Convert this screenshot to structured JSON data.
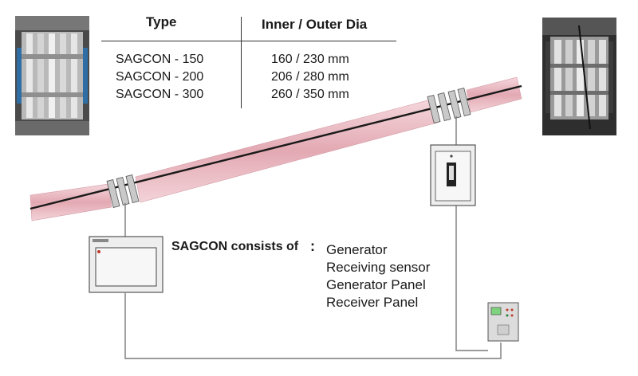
{
  "spec_table": {
    "headers": [
      "Type",
      "Inner / Outer Dia"
    ],
    "rows": [
      {
        "type": "SAGCON - 150",
        "dia": "160 / 230 mm"
      },
      {
        "type": "SAGCON - 200",
        "dia": "206 / 280 mm"
      },
      {
        "type": "SAGCON - 300",
        "dia": "260 / 350 mm"
      }
    ]
  },
  "components": {
    "label": "SAGCON consists of",
    "colon": ":",
    "items": [
      "Generator",
      "Receiving sensor",
      "Generator Panel",
      "Receiver Panel"
    ]
  },
  "colors": {
    "pipe": "#e6b3bb",
    "pipe_edge": "#cc8f9a",
    "cable": "#1a1a1a",
    "wire": "#7a7a7a",
    "panel": "#eeeeee"
  },
  "icons": [
    "generator-ring-photo",
    "sensor-ring-photo",
    "generator-panel",
    "receiver-panel",
    "control-box"
  ]
}
